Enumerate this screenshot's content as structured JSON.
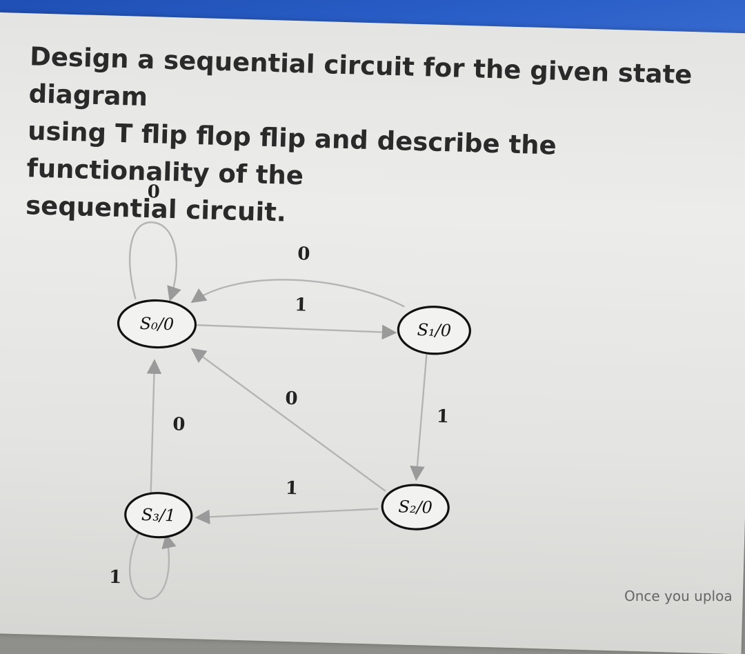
{
  "question": {
    "text": "Design a sequential circuit for the given state diagram\nusing T flip flop flip and describe the functionality of the\nsequential circuit."
  },
  "diagram": {
    "states": [
      {
        "id": "S0",
        "label": "S₀/0",
        "output": "0"
      },
      {
        "id": "S1",
        "label": "S₁/0",
        "output": "0"
      },
      {
        "id": "S2",
        "label": "S₂/0",
        "output": "0"
      },
      {
        "id": "S3",
        "label": "S₃/1",
        "output": "1"
      }
    ],
    "transitions": [
      {
        "from": "S0",
        "to": "S0",
        "input": "0"
      },
      {
        "from": "S0",
        "to": "S1",
        "input": "1"
      },
      {
        "from": "S1",
        "to": "S0",
        "input": "0"
      },
      {
        "from": "S1",
        "to": "S2",
        "input": "1"
      },
      {
        "from": "S2",
        "to": "S0",
        "input": "0"
      },
      {
        "from": "S2",
        "to": "S3",
        "input": "1"
      },
      {
        "from": "S3",
        "to": "S0",
        "input": "0"
      },
      {
        "from": "S3",
        "to": "S3",
        "input": "1"
      }
    ],
    "edge_labels": {
      "s0_self": "0",
      "s1_to_s0": "0",
      "s0_to_s1": "1",
      "s2_to_s0": "0",
      "s1_to_s2": "1",
      "s3_to_s0": "0",
      "s2_to_s3": "1",
      "s3_self": "1"
    }
  },
  "footer": {
    "partial_text": "Once you uploa"
  }
}
